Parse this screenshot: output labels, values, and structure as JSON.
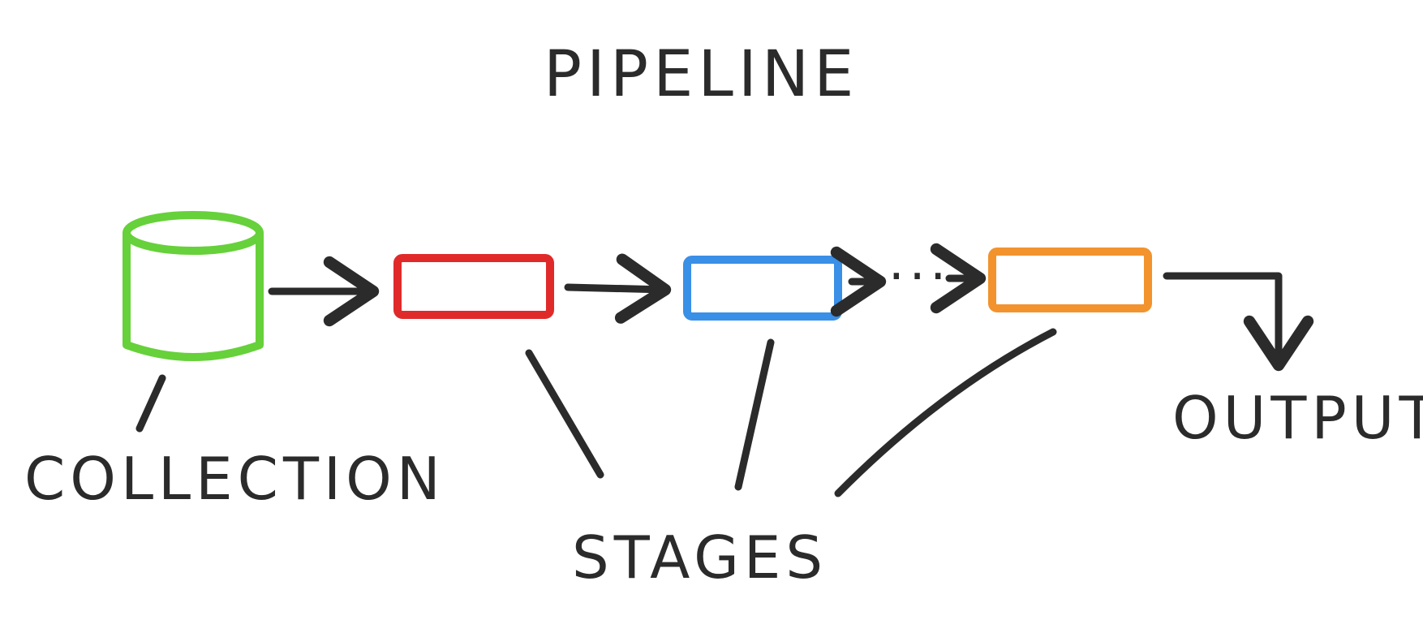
{
  "title": "PIPELINE",
  "nodes": {
    "collection": {
      "label": "COLLECTION",
      "color": "#66d13a"
    },
    "stage_1": {
      "color": "#e02a2a"
    },
    "stage_2": {
      "color": "#3a8fe6"
    },
    "stage_3": {
      "color": "#f2932e"
    }
  },
  "labels": {
    "stages": "STAGES",
    "output": "OUTPUT",
    "ellipsis": "···"
  },
  "colors": {
    "ink": "#2b2b2b",
    "background": "#ffffff"
  }
}
